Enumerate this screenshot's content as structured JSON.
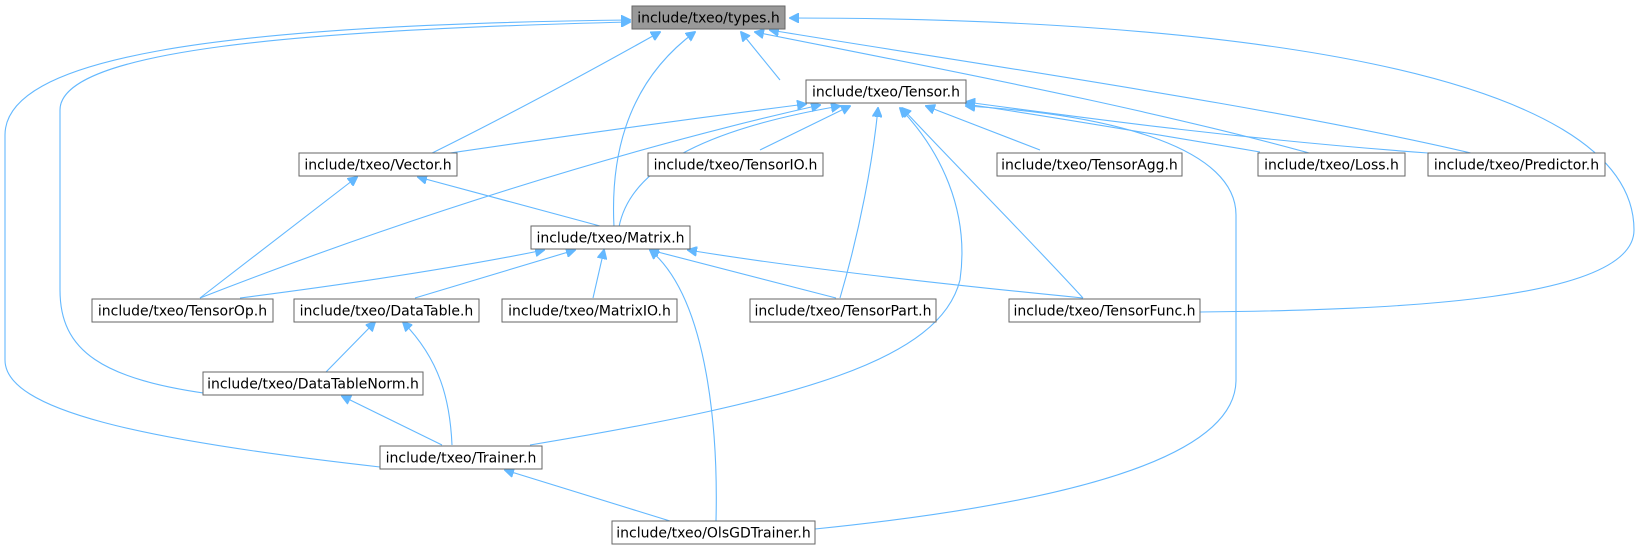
{
  "graph": {
    "nodes": {
      "types": "include/txeo/types.h",
      "tensor": "include/txeo/Tensor.h",
      "vector": "include/txeo/Vector.h",
      "tensorio": "include/txeo/TensorIO.h",
      "tensoragg": "include/txeo/TensorAgg.h",
      "loss": "include/txeo/Loss.h",
      "predictor": "include/txeo/Predictor.h",
      "matrix": "include/txeo/Matrix.h",
      "tensorop": "include/txeo/TensorOp.h",
      "datatable": "include/txeo/DataTable.h",
      "matrixio": "include/txeo/MatrixIO.h",
      "tensorpart": "include/txeo/TensorPart.h",
      "tensorfunc": "include/txeo/TensorFunc.h",
      "datatablenorm": "include/txeo/DataTableNorm.h",
      "trainer": "include/txeo/Trainer.h",
      "olsgdtrainer": "include/txeo/OlsGDTrainer.h"
    },
    "edge_color": "#63b8ff",
    "root_fill": "#999999",
    "edges": [
      [
        "types",
        "tensor"
      ],
      [
        "types",
        "vector"
      ],
      [
        "types",
        "matrix"
      ],
      [
        "types",
        "loss"
      ],
      [
        "types",
        "predictor"
      ],
      [
        "types",
        "tensorfunc"
      ],
      [
        "types",
        "datatablenorm"
      ],
      [
        "types",
        "trainer"
      ],
      [
        "tensor",
        "vector"
      ],
      [
        "tensor",
        "tensorio"
      ],
      [
        "tensor",
        "tensoragg"
      ],
      [
        "tensor",
        "loss"
      ],
      [
        "tensor",
        "predictor"
      ],
      [
        "tensor",
        "matrix"
      ],
      [
        "tensor",
        "tensorop"
      ],
      [
        "tensor",
        "tensorpart"
      ],
      [
        "tensor",
        "tensorfunc"
      ],
      [
        "tensor",
        "trainer"
      ],
      [
        "tensor",
        "olsgdtrainer"
      ],
      [
        "vector",
        "matrix"
      ],
      [
        "vector",
        "tensorop"
      ],
      [
        "matrix",
        "tensorop"
      ],
      [
        "matrix",
        "datatable"
      ],
      [
        "matrix",
        "matrixio"
      ],
      [
        "matrix",
        "tensorpart"
      ],
      [
        "matrix",
        "tensorfunc"
      ],
      [
        "matrix",
        "olsgdtrainer"
      ],
      [
        "datatable",
        "datatablenorm"
      ],
      [
        "datatable",
        "trainer"
      ],
      [
        "datatablenorm",
        "trainer"
      ],
      [
        "trainer",
        "olsgdtrainer"
      ]
    ]
  }
}
